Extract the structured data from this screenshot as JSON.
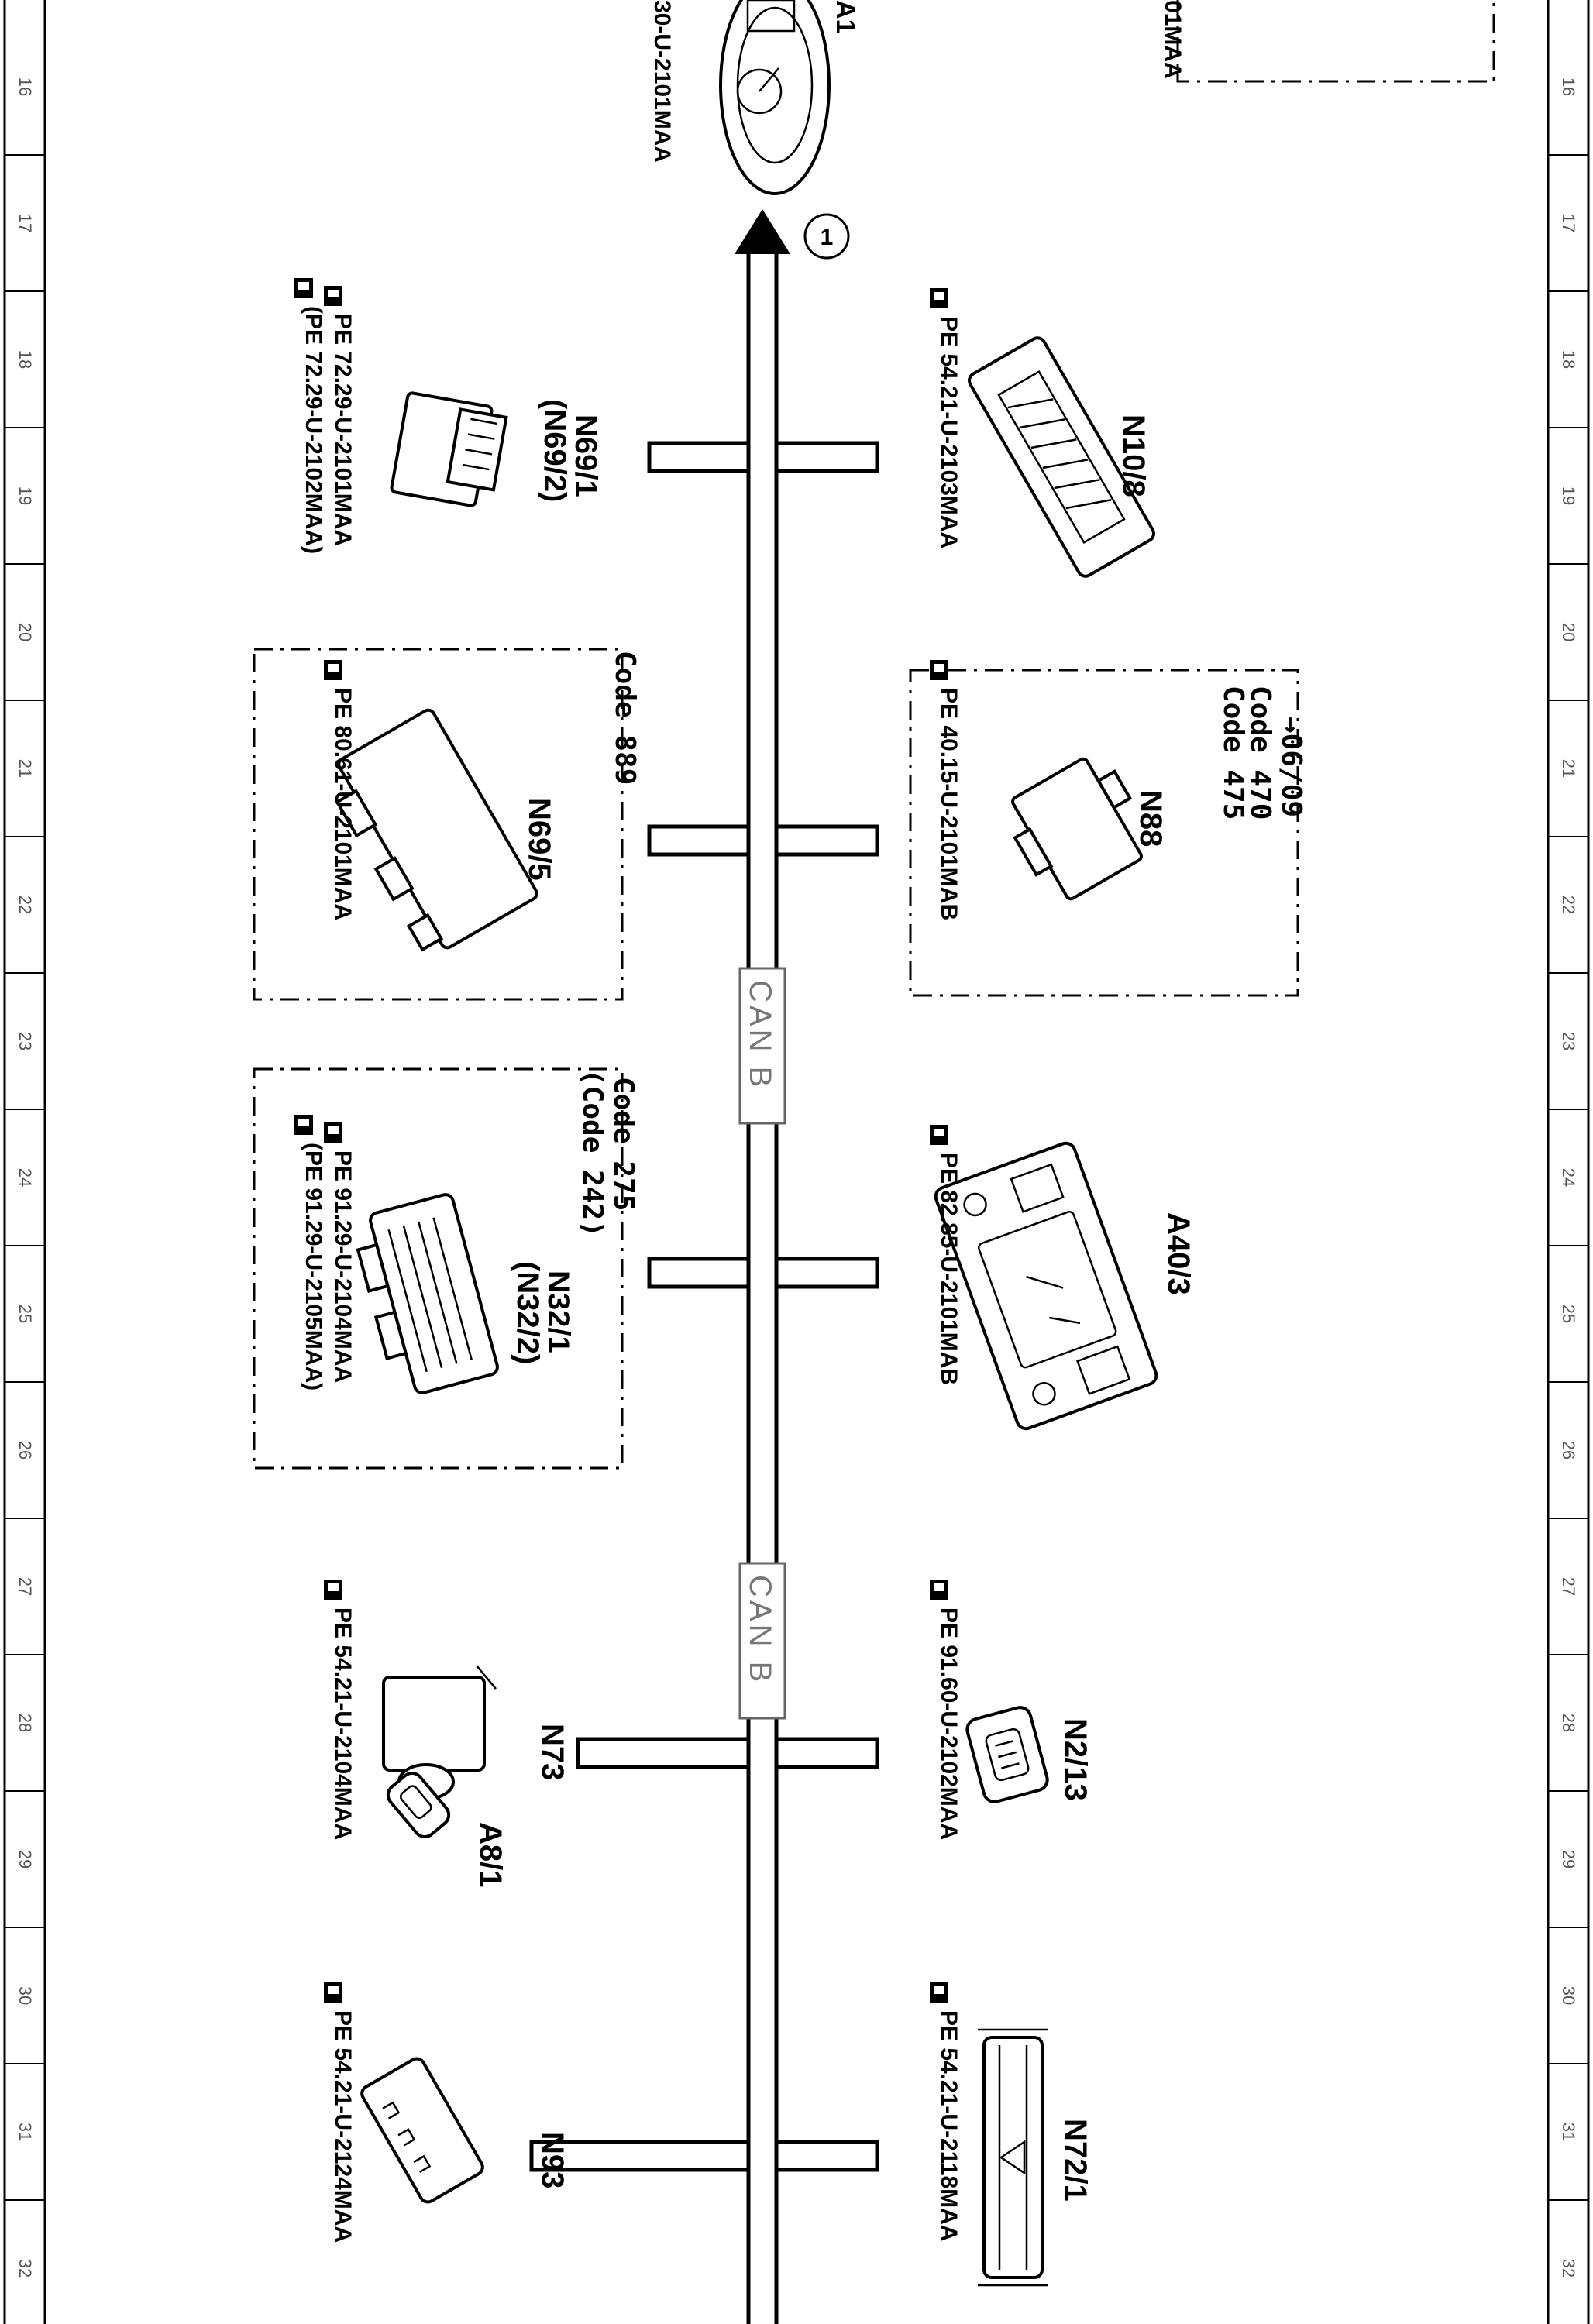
{
  "grid_numbers": [
    "16",
    "17",
    "18",
    "19",
    "20",
    "21",
    "22",
    "23",
    "24",
    "25",
    "26",
    "27",
    "28",
    "29",
    "30",
    "31",
    "32"
  ],
  "top_partial": {
    "component_label": "A1",
    "ref": "30-U-2101MAA",
    "box_ref": "01MAA"
  },
  "arrow_marker": "1",
  "bus_label": "CAN B",
  "right_components": [
    {
      "id": "N10/8",
      "refs": [
        "PE 54.21-U-2103MAA"
      ]
    },
    {
      "id": "N88",
      "codes": [
        "→06/09",
        "Code 470",
        "Code 475"
      ],
      "refs": [
        "PE 40.15-U-2101MAB"
      ]
    },
    {
      "id": "A40/3",
      "refs": [
        "PE 82.85-U-2101MAB"
      ]
    },
    {
      "id": "N2/13",
      "refs": [
        "PE 91.60-U-2102MAA"
      ]
    },
    {
      "id": "N72/1",
      "refs": [
        "PE 54.21-U-2118MAA"
      ]
    }
  ],
  "left_components": [
    {
      "id": "N69/1",
      "alt_id": "(N69/2)",
      "refs": [
        "PE 72.29-U-2101MAA",
        "(PE 72.29-U-2102MAA)"
      ]
    },
    {
      "id": "N69/5",
      "codes": [
        "Code 889"
      ],
      "refs": [
        "PE 80.61-U-2101MAA"
      ]
    },
    {
      "id": "N32/1",
      "alt_id": "(N32/2)",
      "codes": [
        "Code 275",
        "(Code 242)"
      ],
      "refs": [
        "PE 91.29-U-2104MAA",
        "(PE 91.29-U-2105MAA)"
      ]
    },
    {
      "id": "N73",
      "extra_id": "A8/1",
      "refs": [
        "PE 54.21-U-2104MAA"
      ]
    },
    {
      "id": "N93",
      "refs": [
        "PE 54.21-U-2124MAA"
      ]
    }
  ],
  "icons": {
    "reference": "hand-pointing-book-icon"
  }
}
